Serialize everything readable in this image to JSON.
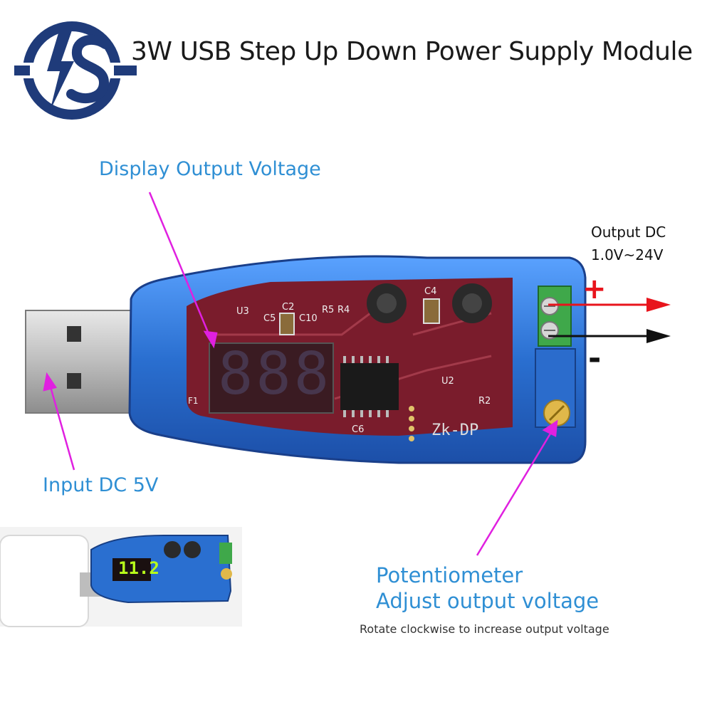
{
  "title": "3W USB Step Up Down Power Supply Module",
  "callouts": {
    "display": "Display Output Voltage",
    "input": "Input DC 5V",
    "potentiometer": "Potentiometer",
    "adjust": "Adjust output voltage",
    "rotate_note": "Rotate clockwise to increase output voltage",
    "output_dc": "Output DC",
    "output_range": "1.0V~24V",
    "plus": "+",
    "minus": "-"
  },
  "board": {
    "silkscreen": [
      "U3",
      "C2",
      "C5",
      "C10",
      "R5",
      "R4",
      "C4",
      "C6",
      "Zk-DP",
      "U2",
      "R2",
      "F1"
    ],
    "display_digits": "888"
  },
  "inset": {
    "display_value": "11.2"
  },
  "colors": {
    "callout_text": "#2f8fd4",
    "pointer": "#e020e0",
    "plus_arrow": "#e8141c",
    "minus_arrow": "#111111",
    "case_blue": "#2a6fd0",
    "pcb_red": "#7a1c2c",
    "digit_green": "#b8ff1a"
  },
  "icons": [
    "logo-lightning-s",
    "usb-plug",
    "terminal-screw",
    "potentiometer-knob"
  ]
}
